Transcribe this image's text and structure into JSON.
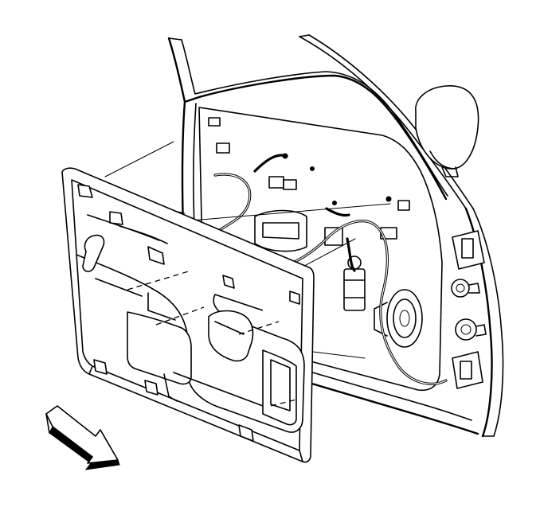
{
  "diagram": {
    "kind": "exploded-view line drawing",
    "parts": [
      {
        "id": "door-frame",
        "icon": "door-frame"
      },
      {
        "id": "window-frame",
        "icon": "window-frame"
      },
      {
        "id": "side-mirror",
        "icon": "side-mirror"
      },
      {
        "id": "trim-panel",
        "icon": "door-trim-panel"
      },
      {
        "id": "wiring-harness",
        "icon": "wiring-harness"
      },
      {
        "id": "speaker",
        "icon": "speaker"
      },
      {
        "id": "window-regulator-motor",
        "icon": "motor"
      },
      {
        "id": "door-hinges",
        "icon": "hinge"
      },
      {
        "id": "alignment-leader-lines",
        "icon": "leader-line"
      },
      {
        "id": "direction-arrow",
        "icon": "direction-arrow"
      }
    ],
    "colors": {
      "stroke": "#000000",
      "background": "#ffffff"
    }
  }
}
